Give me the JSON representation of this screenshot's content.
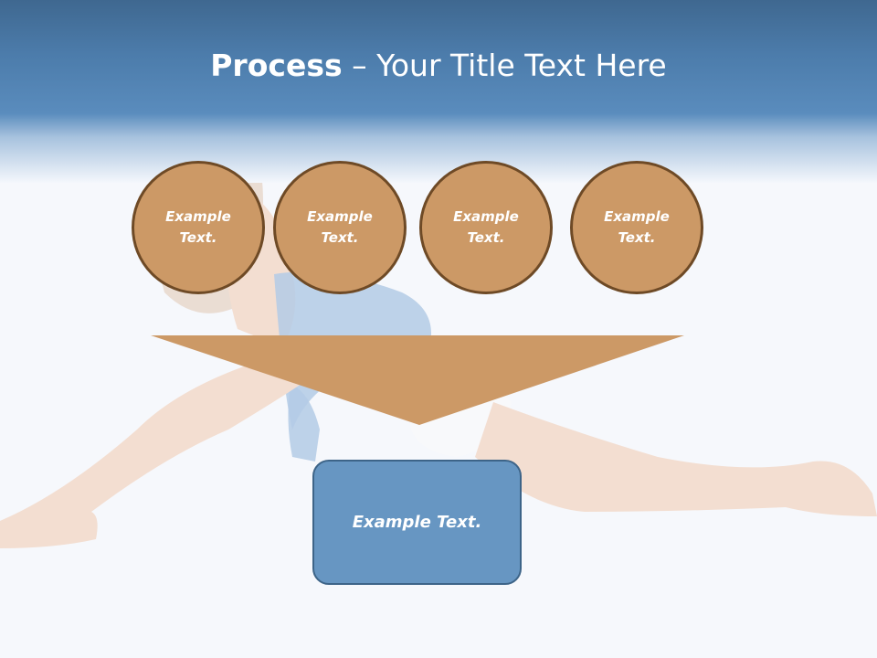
{
  "slide": {
    "title_bold": "Process",
    "title_rest": " – Your Title Text Here"
  },
  "circles": [
    {
      "label": "Example Text."
    },
    {
      "label": "Example Text."
    },
    {
      "label": "Example Text."
    },
    {
      "label": "Example Text."
    }
  ],
  "result_box": {
    "label": "Example Text."
  },
  "colors": {
    "header_top": "#3f6890",
    "circle_fill": "#cc9966",
    "circle_border": "#6e4a26",
    "funnel_fill": "#cc9966",
    "box_fill": "#6796c2",
    "box_border": "#3d6488"
  }
}
